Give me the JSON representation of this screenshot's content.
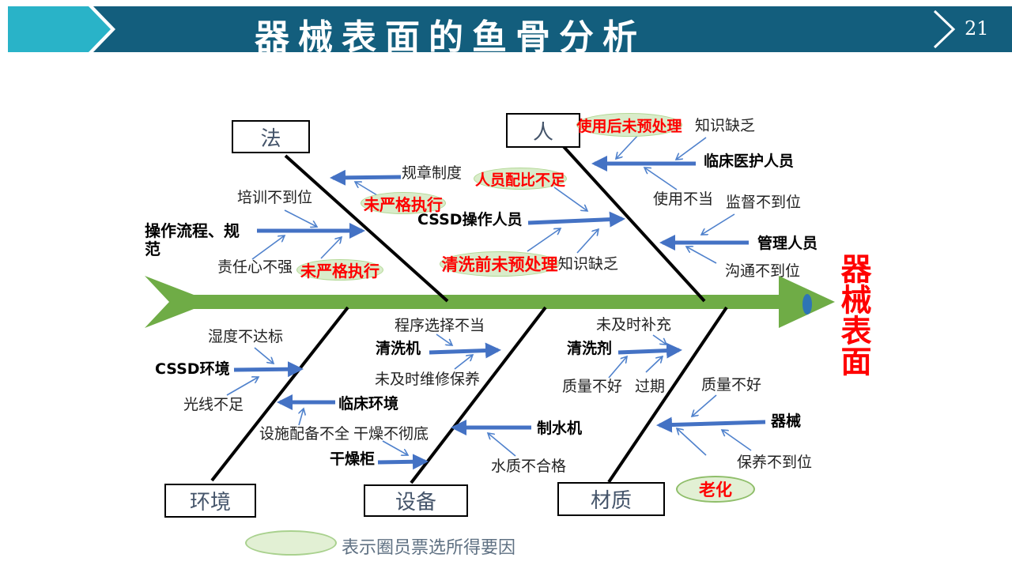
{
  "header": {
    "title": "器械表面的鱼骨分析",
    "page_number": "21"
  },
  "diagram": {
    "effect": "器械表面",
    "category_boxes": {
      "law": "法",
      "people": "人",
      "environment": "环境",
      "equipment": "设备",
      "material": "材质"
    },
    "causes": {
      "regulation": "规章制度",
      "training": "培训不到位",
      "procedure": "操作流程、规范",
      "responsibility": "责任心不强",
      "cssd_operator": "CSSD操作人员",
      "knowledge_top": "知识缺乏",
      "clinical_staff": "临床医护人员",
      "improper_use": "使用不当",
      "supervision": "监督不到位",
      "manager": "管理人员",
      "communication": "沟通不到位",
      "knowledge_mid": "知识缺乏",
      "humidity": "湿度不达标",
      "cssd_env": "CSSD环境",
      "light": "光线不足",
      "clinical_env": "临床环境",
      "facility": "设施配备不全",
      "drying": "干燥不彻底",
      "drying_cabinet": "干燥柜",
      "program": "程序选择不当",
      "washer": "清洗机",
      "maintenance": "未及时维修保养",
      "water_machine": "制水机",
      "water_quality": "水质不合格",
      "refill": "未及时补充",
      "detergent": "清洗剂",
      "quality_left": "质量不好",
      "expired": "过期",
      "quality_right": "质量不好",
      "instrument": "器械",
      "upkeep": "保养不到位"
    },
    "voted_causes": {
      "no_pretreat_after_use": "使用后未预处理",
      "staff_ratio": "人员配比不足",
      "not_strict_1": "未严格执行",
      "not_strict_2": "未严格执行",
      "no_pretreat_before_wash": "清洗前未预处理",
      "aging": "老化"
    },
    "legend": "表示圈员票选所得要因"
  },
  "colors": {
    "header_bar": "#135e7d",
    "header_chevron": "#29b3c8",
    "spine_green": "#6fac46",
    "arrow_blue": "#4472c4",
    "thin_arrow_blue": "#4f81cc",
    "highlight_red": "#ff0000",
    "ellipse_fill": "#d9ecca",
    "ellipse_border": "#a9d18e",
    "box_text": "#44546a"
  }
}
